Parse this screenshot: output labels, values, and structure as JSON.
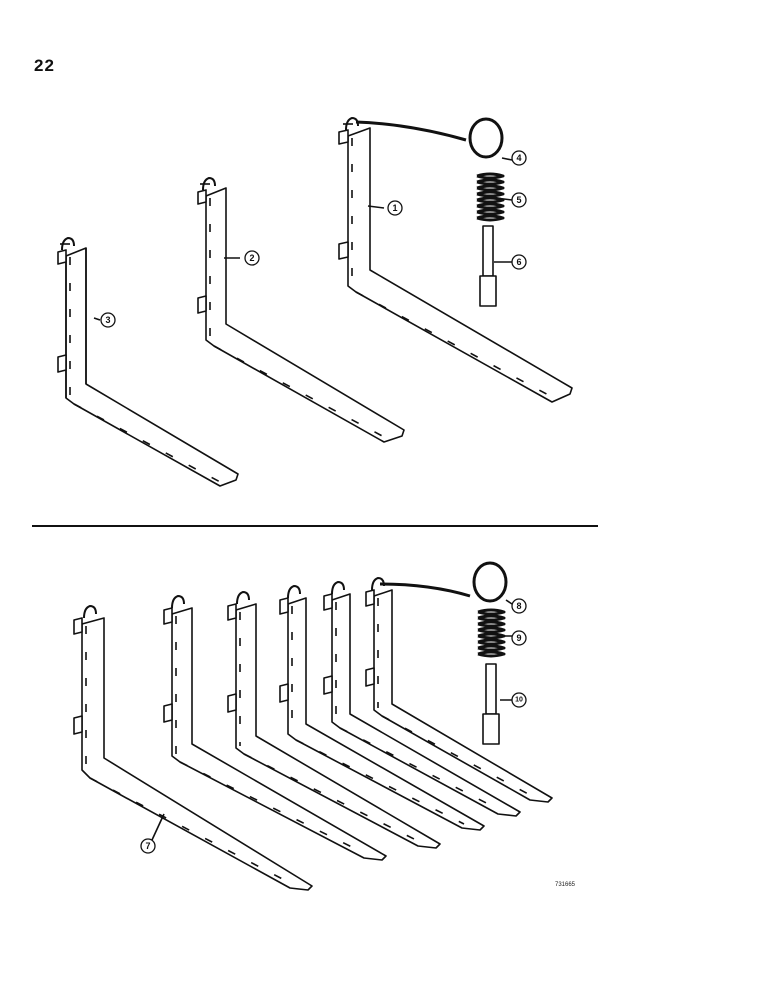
{
  "page": {
    "page_number": "22",
    "figure_code": "731665"
  },
  "callouts": {
    "c1": "1",
    "c2": "2",
    "c3": "3",
    "c4": "4",
    "c5": "5",
    "c6": "6",
    "c7": "7",
    "c8": "8",
    "c9": "9",
    "c10": "10"
  }
}
